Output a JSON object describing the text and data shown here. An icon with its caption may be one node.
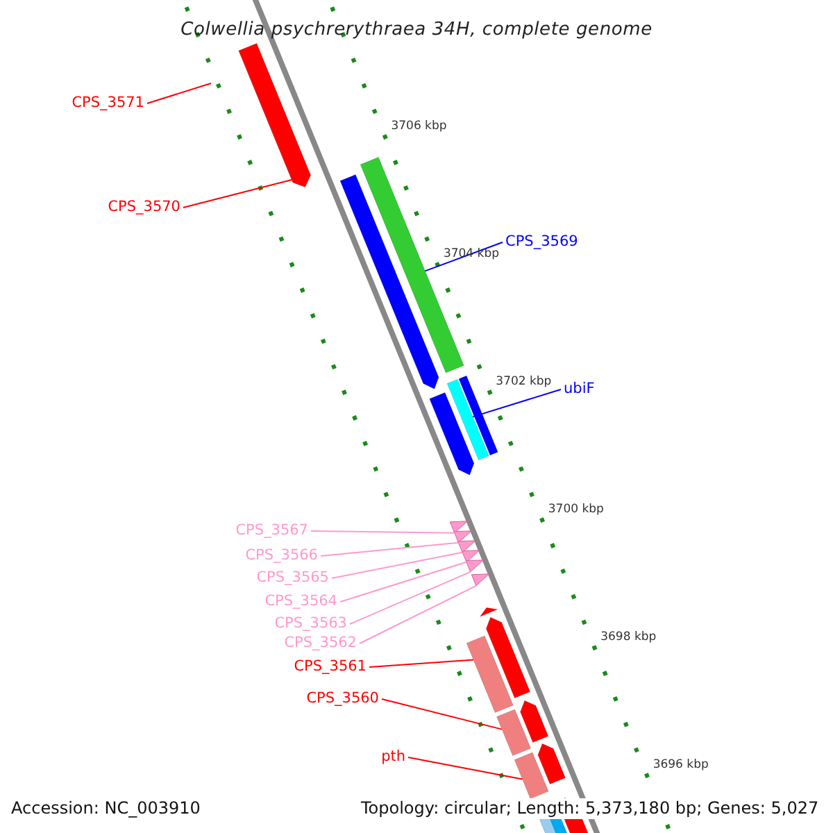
{
  "diagram": {
    "title": "Colwellia psychrerythraea 34H, complete genome",
    "nodes": [
      {
        "text": [
          "CPS_3571"
        ]
      },
      {
        "text": [
          "CPS_3570"
        ]
      },
      {
        "text": [],
        "shape": "bar"
      },
      {
        "text": [
          "CPS_3569"
        ]
      },
      {
        "text": [],
        "shape": "bar"
      },
      {
        "text": [
          "ubiF"
        ]
      },
      {
        "text": [],
        "shape": "bar"
      },
      {
        "text": [
          "CPS_3567"
        ]
      },
      {
        "text": [
          "CPS_3566"
        ]
      },
      {
        "text": [
          "CPS_3565"
        ]
      },
      {
        "text": [
          "CPS_3564"
        ]
      },
      {
        "text": [
          "CPS_3563"
        ]
      },
      {
        "text": [
          "CPS_3562"
        ]
      },
      {
        "text": [],
        "shape": "triangle"
      },
      {
        "text": [],
        "shape": "triangle"
      },
      {
        "text": [],
        "shape": "triangle"
      },
      {
        "text": [],
        "shape": "triangle"
      },
      {
        "text": [],
        "shape": "triangle"
      },
      {
        "text": [],
        "shape": "triangle"
      },
      {
        "text": [
          "CPS_3561"
        ]
      },
      {
        "text": [
          "CPS_3560"
        ]
      },
      {
        "text": [
          "pth"
        ]
      },
      {
        "text": [],
        "shape": "bar"
      },
      {
        "text": [],
        "shape": "bar"
      },
      {
        "text": [],
        "shape": "bar"
      }
    ],
    "edges": [
      {
        "from": 0,
        "to": null,
        "arrow": "none",
        "color": "#ff0000"
      },
      {
        "from": 1,
        "to": 2,
        "arrow": "none",
        "color": "#ff0000"
      },
      {
        "from": 3,
        "to": 4,
        "arrow": "none",
        "color": "#0000ff"
      },
      {
        "from": 5,
        "to": 6,
        "arrow": "none",
        "color": "#0000ff"
      },
      {
        "from": 7,
        "to": 13,
        "arrow": "none"
      },
      {
        "from": 8,
        "to": 14,
        "arrow": "none"
      },
      {
        "from": 9,
        "to": 15,
        "arrow": "none"
      },
      {
        "from": 10,
        "to": 16,
        "arrow": "none"
      },
      {
        "from": 11,
        "to": 17,
        "arrow": "none"
      },
      {
        "from": 12,
        "to": 18,
        "arrow": "none"
      },
      {
        "from": 19,
        "to": 22,
        "arrow": "none",
        "color": "#ff0000"
      },
      {
        "from": 20,
        "to": 23,
        "arrow": "none",
        "color": "#ff0000"
      },
      {
        "from": 21,
        "to": 24,
        "arrow": "none",
        "color": "#ff0000"
      }
    ],
    "labels": [
      "3706 kbp",
      "3704 kbp",
      "3702 kbp",
      "3700 kbp",
      "3698 kbp",
      "3696 kbp",
      "Accession: NC_003910",
      "Topology: circular; Length: 5,373,180 bp; Genes: 5,027"
    ]
  }
}
